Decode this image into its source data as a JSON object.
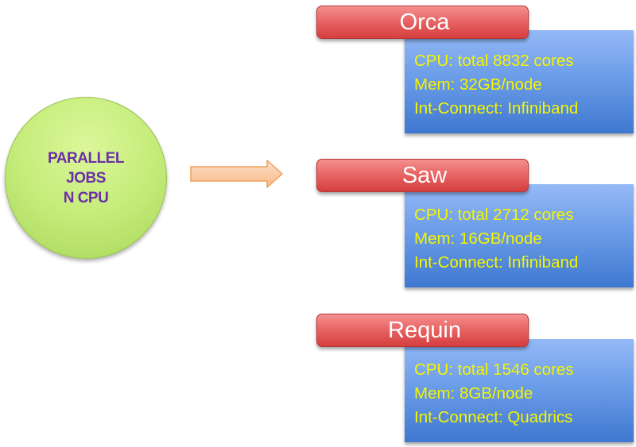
{
  "source": {
    "lines": [
      "PARALLEL",
      "JOBS",
      "N CPU"
    ]
  },
  "arrow": {
    "icon": "right-arrow-icon"
  },
  "clusters": [
    {
      "name": "Orca",
      "cpu": "CPU: total 8832 cores",
      "mem": "Mem: 32GB/node",
      "interconnect": "Int-Connect: Infiniband"
    },
    {
      "name": "Saw",
      "cpu": "CPU: total 2712 cores",
      "mem": "Mem: 16GB/node",
      "interconnect": "Int-Connect: Infiniband"
    },
    {
      "name": "Requin",
      "cpu": "CPU: total 1546 cores",
      "mem": "Mem: 8GB/node",
      "interconnect": "Int-Connect: Quadrics"
    }
  ],
  "colors": {
    "circle": "#c5ec7a",
    "circle_text": "#6b2fa6",
    "tab": "#e05050",
    "box": "#5b8ee0",
    "box_text": "#f5f500",
    "arrow": "#fbc9a0"
  }
}
